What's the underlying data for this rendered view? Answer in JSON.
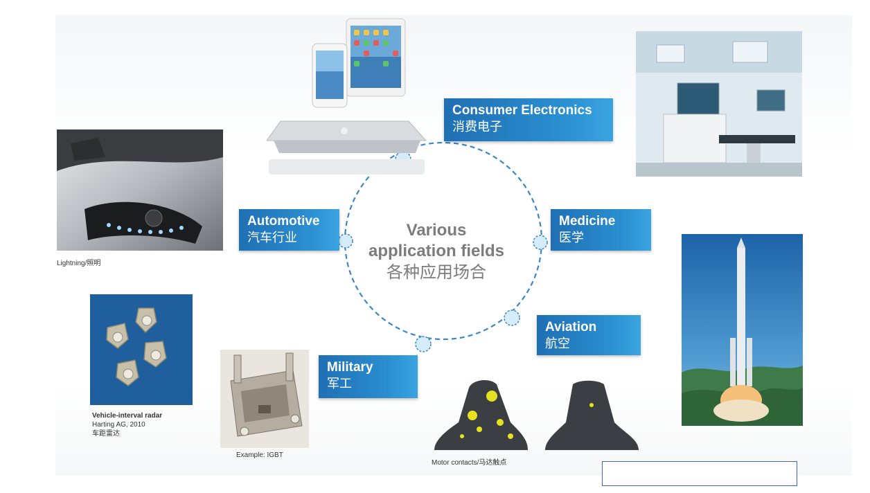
{
  "center": {
    "line1": "Various",
    "line2": "application fields",
    "line3": "各种应用场合"
  },
  "labels": {
    "consumer": {
      "en": "Consumer Electronics",
      "zh": "消费电子"
    },
    "automotive": {
      "en": "Automotive",
      "zh": "汽车行业"
    },
    "medicine": {
      "en": "Medicine",
      "zh": "医学"
    },
    "aviation": {
      "en": "Aviation",
      "zh": "航空"
    },
    "military": {
      "en": "Military",
      "zh": "军工"
    }
  },
  "captions": {
    "lightning": "Lightning/照明",
    "radar_title": "Vehicle-interval radar",
    "radar_source": "Harting AG, 2010",
    "radar_zh": "车距雷达",
    "igbt": "Example: IGBT",
    "motor": "Motor contacts/马达触点"
  },
  "colors": {
    "accent": "#2a8fd0",
    "circle": "#3a86c8"
  }
}
